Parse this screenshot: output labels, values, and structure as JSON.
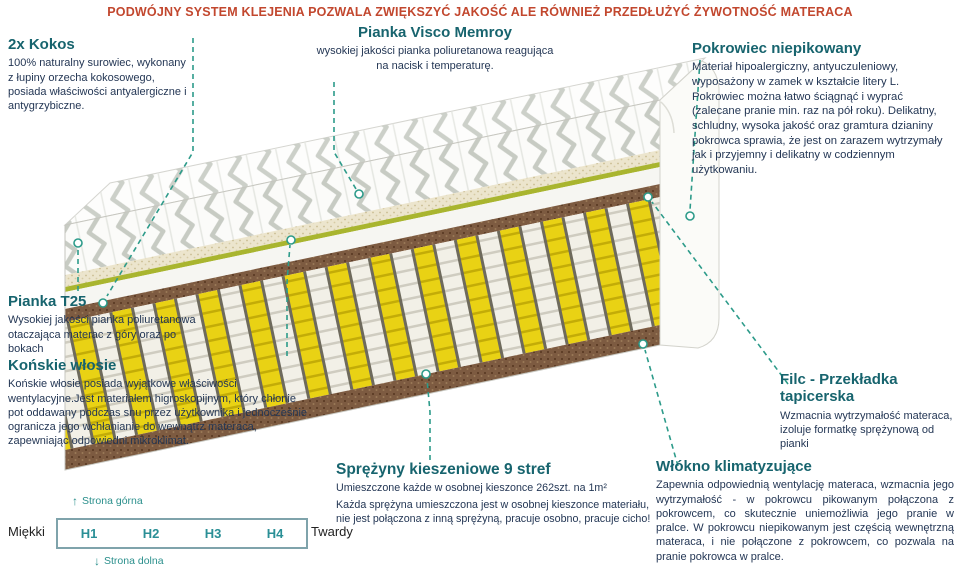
{
  "header": {
    "text": "PODWÓJNY SYSTEM KLEJENIA POZWALA ZWIĘKSZYĆ JAKOŚĆ ALE RÓWNIEŻ PRZEDŁUŻYĆ ŻYWOTNOŚĆ MATERACA"
  },
  "labels": {
    "kokos": {
      "title": "2x Kokos",
      "body": "100% naturalny surowiec, wykonany z łupiny orzecha kokosowego, posiada właściwości antyalergiczne i antygrzybiczne."
    },
    "visco": {
      "title": "Pianka Visco Memroy",
      "body": "wysokiej jakości pianka poliuretanowa reagująca na nacisk i temperaturę."
    },
    "pokrowiec": {
      "title": "Pokrowiec niepikowany",
      "body": "Materiał hipoalergiczny, antyuczuleniowy, wyposażony w zamek w kształcie litery L. Pokrowiec można łatwo ściągnąć i wyprać (zalecane pranie min. raz na pół roku). Delikatny, schludny, wysoka jakość oraz gramtura dzianiny pokrowca sprawia, że jest on zarazem wytrzymały jak i przyjemny i delikatny w codziennym użytkowaniu."
    },
    "t25": {
      "title": "Pianka T25",
      "body": "Wysokiej jakości pianka poliuretanowa otaczająca materac z góry oraz po bokach"
    },
    "wlosie": {
      "title": "Końskie włosie",
      "body": "Końskie włosie posiada wyjątkowe właściwości wentylacyjne.Jest materiałem higroskopijnym, który chłonie pot oddawany podczas snu przez użytkownika i jednocześnie ogranicza jego wchłanianie do wewnątrz materaca, zapewniając odpowiedni mikroklimat."
    },
    "filc": {
      "title": "Filc - Przekładka tapicerska",
      "body": "Wzmacnia wytrzymałość materaca, izoluje formatkę sprężynową od pianki"
    },
    "wlokno": {
      "title": "Włókno klimatyzujące",
      "body": "Zapewnia odpowiednią wentylację materaca, wzmacnia jego wytrzymałość - w pokrowcu pikowanym połączona z pokrowcem, co skutecznie uniemożliwia jego pranie w pralce. W pokrowcu niepikowanym jest częścią wewnętrzną materaca, i nie połączone z pokrowcem, co pozwala na pranie pokrowca w pralce."
    },
    "sprezyny": {
      "title": "Sprężyny kieszeniowe 9 stref",
      "body1": "Umieszczone każde w osobnej kieszonce 262szt. na 1m²",
      "body2": "Każda sprężyna umieszczona jest w osobnej kieszonce materiału, nie jest połączona z inną sprężyną, pracuje osobno, pracuje cicho!"
    }
  },
  "scale": {
    "soft": "Miękki",
    "hard": "Twardy",
    "levels": [
      "H1",
      "H2",
      "H3",
      "H4"
    ],
    "top_side": "Strona górna",
    "bottom_side": "Strona dolna"
  },
  "icons": {
    "up_arrow": "↑",
    "down_arrow": "↓"
  },
  "colors": {
    "header_red": "#c2472e",
    "heading_teal": "#17646e",
    "body_navy": "#243755",
    "connector_teal": "#2d9b8a",
    "spring_yellow": "#e9d214",
    "coconut_brown": "#7d5b41",
    "foam_green": "#a9b52f"
  }
}
